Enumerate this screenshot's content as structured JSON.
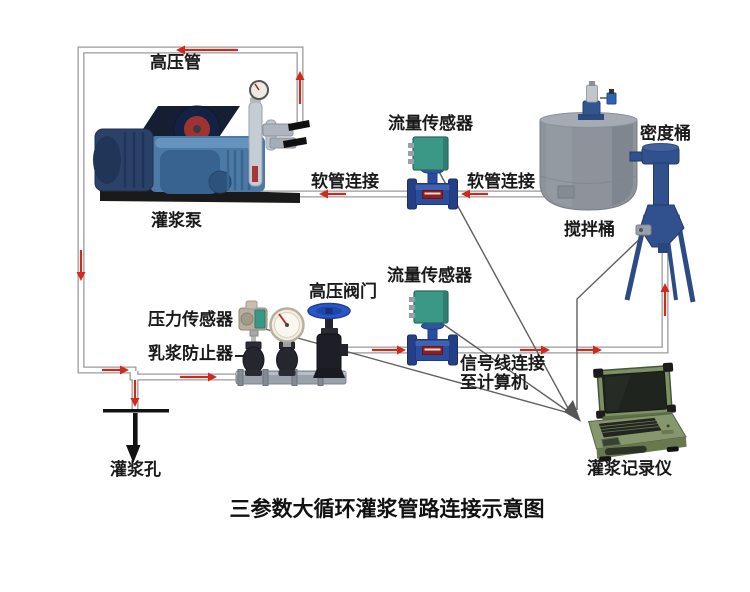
{
  "title": "三参数大循环灌浆管路连接示意图",
  "labels": {
    "high_pressure_pipe": "高压管",
    "grouting_pump": "灌浆泵",
    "flow_sensor_top": "流量传感器",
    "hose_connection_left": "软管连接",
    "hose_connection_right": "软管连接",
    "density_bucket": "密度桶",
    "mixing_bucket": "搅拌桶",
    "pressure_sensor": "压力传感器",
    "slurry_preventer": "乳浆防止器",
    "high_pressure_valve": "高压阀门",
    "flow_sensor_mid": "流量传感器",
    "signal_note_line1": "信号线连接",
    "signal_note_line2": "至计算机",
    "grouting_hole": "灌浆孔",
    "grouting_recorder": "灌浆记录仪"
  },
  "colors": {
    "background": "#ffffff",
    "pipe_outline": "#9b9b9b",
    "flow_arrow_red": "#d02a1c",
    "signal_line_gray": "#5f5f5f",
    "sensor_box_green": "#3b9887",
    "flowmeter_blue": "#2a4da0",
    "tank_gray": "#8d929b",
    "density_bucket_blue": "#30508e",
    "valve_handle_blue": "#2a57c8",
    "recorder_green": "#87976d",
    "label_text": "#1a1a1a"
  }
}
